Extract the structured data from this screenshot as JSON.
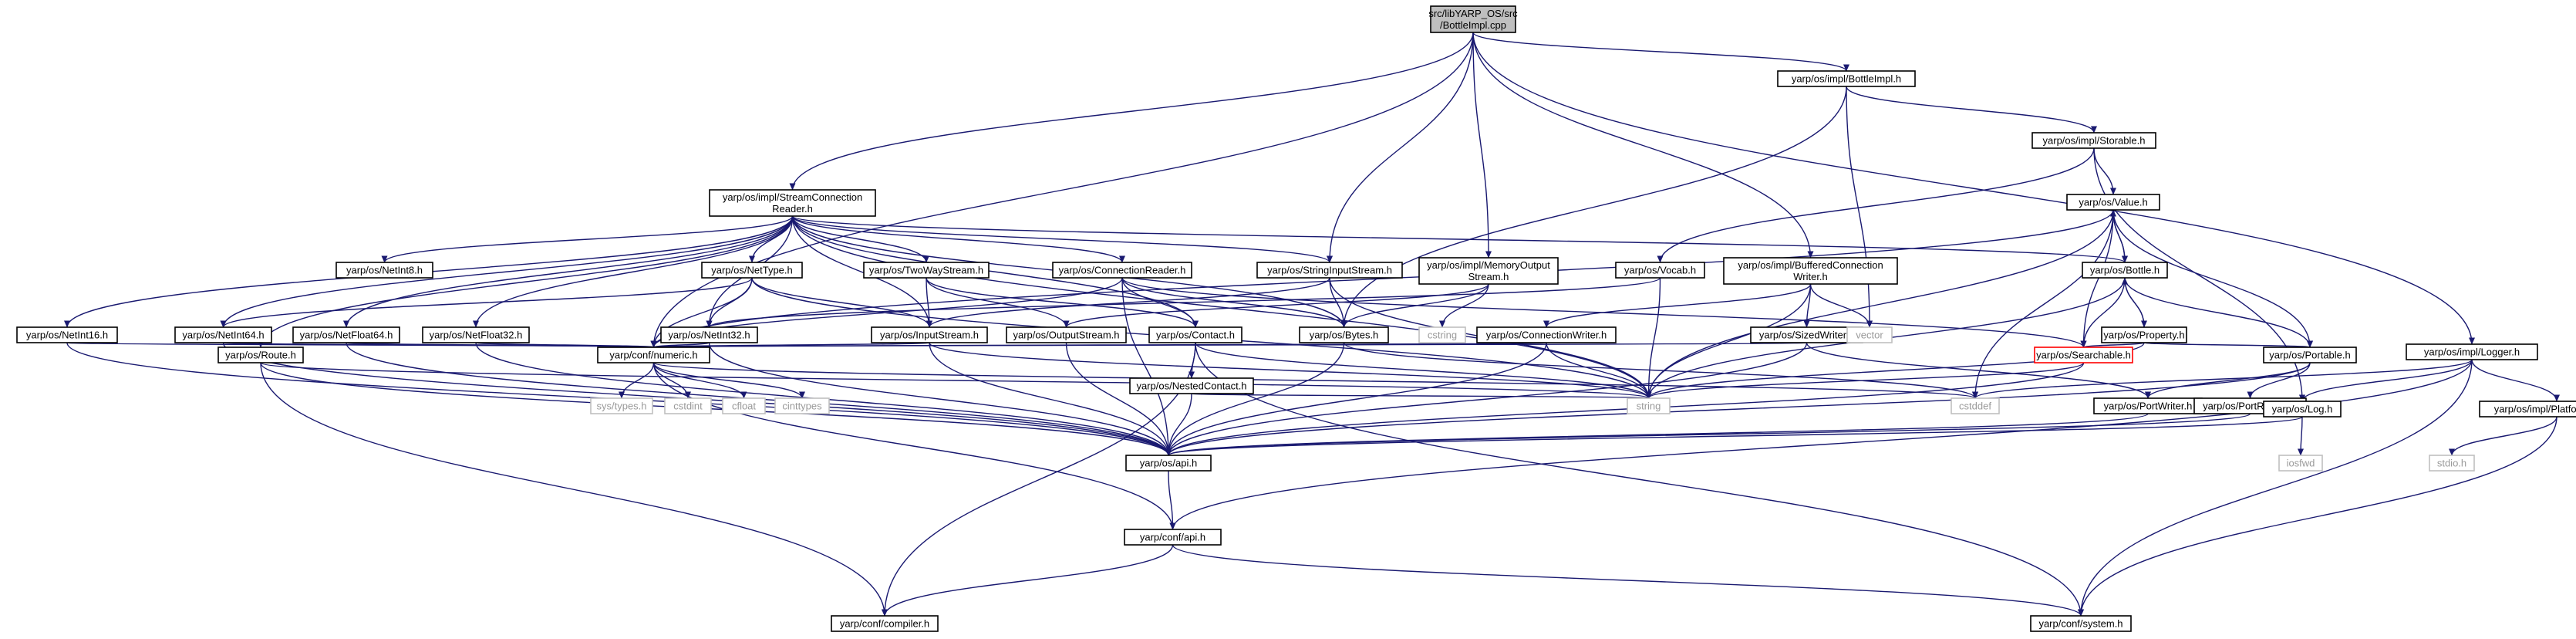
{
  "colors": {
    "edge": "#191970",
    "node_border": "#000000",
    "root_fill": "#bfbfbf",
    "node_fill": "#ffffff",
    "system_border": "#c0c0c0",
    "system_text": "#9a9a9a",
    "incomplete_border": "#ff0000"
  },
  "nodes": [
    {
      "id": "root",
      "lines": [
        "src/libYARP_OS/src",
        "/BottleImpl.cpp"
      ],
      "kind": "root"
    },
    {
      "id": "bottleimpl_h",
      "lines": [
        "yarp/os/impl/BottleImpl.h"
      ],
      "kind": "header"
    },
    {
      "id": "storable_h",
      "lines": [
        "yarp/os/impl/Storable.h"
      ],
      "kind": "header"
    },
    {
      "id": "value_h",
      "lines": [
        "yarp/os/Value.h"
      ],
      "kind": "header"
    },
    {
      "id": "scr_h",
      "lines": [
        "yarp/os/impl/StreamConnection",
        "Reader.h"
      ],
      "kind": "header"
    },
    {
      "id": "netint8_h",
      "lines": [
        "yarp/os/NetInt8.h"
      ],
      "kind": "header"
    },
    {
      "id": "nettype_h",
      "lines": [
        "yarp/os/NetType.h"
      ],
      "kind": "header"
    },
    {
      "id": "twoway_h",
      "lines": [
        "yarp/os/TwoWayStream.h"
      ],
      "kind": "header"
    },
    {
      "id": "connreader_h",
      "lines": [
        "yarp/os/ConnectionReader.h"
      ],
      "kind": "header"
    },
    {
      "id": "stringinput_h",
      "lines": [
        "yarp/os/StringInputStream.h"
      ],
      "kind": "header"
    },
    {
      "id": "memout_h",
      "lines": [
        "yarp/os/impl/MemoryOutput",
        "Stream.h"
      ],
      "kind": "header"
    },
    {
      "id": "vocab_h",
      "lines": [
        "yarp/os/Vocab.h"
      ],
      "kind": "header"
    },
    {
      "id": "bufconn_h",
      "lines": [
        "yarp/os/impl/BufferedConnection",
        "Writer.h"
      ],
      "kind": "header"
    },
    {
      "id": "bottle_h",
      "lines": [
        "yarp/os/Bottle.h"
      ],
      "kind": "header"
    },
    {
      "id": "netint16_h",
      "lines": [
        "yarp/os/NetInt16.h"
      ],
      "kind": "header"
    },
    {
      "id": "netint64_h",
      "lines": [
        "yarp/os/NetInt64.h"
      ],
      "kind": "header"
    },
    {
      "id": "netfloat64_h",
      "lines": [
        "yarp/os/NetFloat64.h"
      ],
      "kind": "header"
    },
    {
      "id": "netfloat32_h",
      "lines": [
        "yarp/os/NetFloat32.h"
      ],
      "kind": "header"
    },
    {
      "id": "netint32_h",
      "lines": [
        "yarp/os/NetInt32.h"
      ],
      "kind": "header"
    },
    {
      "id": "inputstream_h",
      "lines": [
        "yarp/os/InputStream.h"
      ],
      "kind": "header"
    },
    {
      "id": "outputstream_h",
      "lines": [
        "yarp/os/OutputStream.h"
      ],
      "kind": "header"
    },
    {
      "id": "contact_h",
      "lines": [
        "yarp/os/Contact.h"
      ],
      "kind": "header"
    },
    {
      "id": "bytes_h",
      "lines": [
        "yarp/os/Bytes.h"
      ],
      "kind": "header"
    },
    {
      "id": "cstring",
      "lines": [
        "cstring"
      ],
      "kind": "system"
    },
    {
      "id": "connwriter_h",
      "lines": [
        "yarp/os/ConnectionWriter.h"
      ],
      "kind": "header"
    },
    {
      "id": "sizedwriter_h",
      "lines": [
        "yarp/os/SizedWriter.h"
      ],
      "kind": "header"
    },
    {
      "id": "vector",
      "lines": [
        "vector"
      ],
      "kind": "system"
    },
    {
      "id": "property_h",
      "lines": [
        "yarp/os/Property.h"
      ],
      "kind": "header"
    },
    {
      "id": "logger_h",
      "lines": [
        "yarp/os/impl/Logger.h"
      ],
      "kind": "header"
    },
    {
      "id": "route_h",
      "lines": [
        "yarp/os/Route.h"
      ],
      "kind": "header"
    },
    {
      "id": "numeric_h",
      "lines": [
        "yarp/conf/numeric.h"
      ],
      "kind": "header"
    },
    {
      "id": "nestedcontact_h",
      "lines": [
        "yarp/os/NestedContact.h"
      ],
      "kind": "header"
    },
    {
      "id": "searchable_h",
      "lines": [
        "yarp/os/Searchable.h"
      ],
      "kind": "incomplete"
    },
    {
      "id": "portable_h",
      "lines": [
        "yarp/os/Portable.h"
      ],
      "kind": "header"
    },
    {
      "id": "platformstdio_h",
      "lines": [
        "yarp/os/impl/PlatformStdio.h"
      ],
      "kind": "header"
    },
    {
      "id": "systypes_h",
      "lines": [
        "sys/types.h"
      ],
      "kind": "system"
    },
    {
      "id": "cstdint",
      "lines": [
        "cstdint"
      ],
      "kind": "system"
    },
    {
      "id": "cfloat",
      "lines": [
        "cfloat"
      ],
      "kind": "system"
    },
    {
      "id": "cinttypes",
      "lines": [
        "cinttypes"
      ],
      "kind": "system"
    },
    {
      "id": "string",
      "lines": [
        "string"
      ],
      "kind": "system"
    },
    {
      "id": "cstddef",
      "lines": [
        "cstddef"
      ],
      "kind": "system"
    },
    {
      "id": "portwriter_h",
      "lines": [
        "yarp/os/PortWriter.h"
      ],
      "kind": "header"
    },
    {
      "id": "portreader_h",
      "lines": [
        "yarp/os/PortReader.h"
      ],
      "kind": "header"
    },
    {
      "id": "log_h",
      "lines": [
        "yarp/os/Log.h"
      ],
      "kind": "header"
    },
    {
      "id": "stdio_h",
      "lines": [
        "stdio.h"
      ],
      "kind": "system"
    },
    {
      "id": "osapi_h",
      "lines": [
        "yarp/os/api.h"
      ],
      "kind": "header"
    },
    {
      "id": "iosfwd",
      "lines": [
        "iosfwd"
      ],
      "kind": "system"
    },
    {
      "id": "confapi_h",
      "lines": [
        "yarp/conf/api.h"
      ],
      "kind": "header"
    },
    {
      "id": "compiler_h",
      "lines": [
        "yarp/conf/compiler.h"
      ],
      "kind": "header"
    },
    {
      "id": "system_h",
      "lines": [
        "yarp/conf/system.h"
      ],
      "kind": "header"
    }
  ],
  "edges": [
    [
      "root",
      "bottleimpl_h"
    ],
    [
      "root",
      "scr_h"
    ],
    [
      "root",
      "stringinput_h"
    ],
    [
      "root",
      "memout_h"
    ],
    [
      "root",
      "bufconn_h"
    ],
    [
      "root",
      "logger_h"
    ],
    [
      "root",
      "numeric_h"
    ],
    [
      "bottleimpl_h",
      "storable_h"
    ],
    [
      "bottleimpl_h",
      "vector"
    ],
    [
      "bottleimpl_h",
      "bytes_h"
    ],
    [
      "storable_h",
      "value_h"
    ],
    [
      "storable_h",
      "vocab_h"
    ],
    [
      "storable_h",
      "log_h"
    ],
    [
      "value_h",
      "bottle_h"
    ],
    [
      "value_h",
      "searchable_h"
    ],
    [
      "value_h",
      "portable_h"
    ],
    [
      "value_h",
      "string"
    ],
    [
      "value_h",
      "numeric_h"
    ],
    [
      "value_h",
      "cstddef"
    ],
    [
      "scr_h",
      "netint8_h"
    ],
    [
      "scr_h",
      "nettype_h"
    ],
    [
      "scr_h",
      "twoway_h"
    ],
    [
      "scr_h",
      "connreader_h"
    ],
    [
      "scr_h",
      "stringinput_h"
    ],
    [
      "scr_h",
      "bottle_h"
    ],
    [
      "scr_h",
      "netint16_h"
    ],
    [
      "scr_h",
      "netint64_h"
    ],
    [
      "scr_h",
      "netfloat64_h"
    ],
    [
      "scr_h",
      "netfloat32_h"
    ],
    [
      "scr_h",
      "netint32_h"
    ],
    [
      "scr_h",
      "inputstream_h"
    ],
    [
      "scr_h",
      "contact_h"
    ],
    [
      "scr_h",
      "bytes_h"
    ],
    [
      "scr_h",
      "route_h"
    ],
    [
      "scr_h",
      "string"
    ],
    [
      "nettype_h",
      "netint32_h"
    ],
    [
      "nettype_h",
      "netint64_h"
    ],
    [
      "nettype_h",
      "inputstream_h"
    ],
    [
      "nettype_h",
      "numeric_h"
    ],
    [
      "nettype_h",
      "string"
    ],
    [
      "twoway_h",
      "inputstream_h"
    ],
    [
      "twoway_h",
      "outputstream_h"
    ],
    [
      "twoway_h",
      "contact_h"
    ],
    [
      "connreader_h",
      "contact_h"
    ],
    [
      "connreader_h",
      "bytes_h"
    ],
    [
      "connreader_h",
      "searchable_h"
    ],
    [
      "connreader_h",
      "numeric_h"
    ],
    [
      "connreader_h",
      "osapi_h"
    ],
    [
      "stringinput_h",
      "inputstream_h"
    ],
    [
      "stringinput_h",
      "bytes_h"
    ],
    [
      "stringinput_h",
      "string"
    ],
    [
      "memout_h",
      "outputstream_h"
    ],
    [
      "memout_h",
      "bytes_h"
    ],
    [
      "memout_h",
      "cstring"
    ],
    [
      "vocab_h",
      "string"
    ],
    [
      "vocab_h",
      "netint32_h"
    ],
    [
      "bufconn_h",
      "connwriter_h"
    ],
    [
      "bufconn_h",
      "sizedwriter_h"
    ],
    [
      "bufconn_h",
      "vector"
    ],
    [
      "bufconn_h",
      "string"
    ],
    [
      "bottle_h",
      "value_h"
    ],
    [
      "bottle_h",
      "property_h"
    ],
    [
      "bottle_h",
      "searchable_h"
    ],
    [
      "bottle_h",
      "portable_h"
    ],
    [
      "bottle_h",
      "string"
    ],
    [
      "netint16_h",
      "numeric_h"
    ],
    [
      "netint64_h",
      "numeric_h"
    ],
    [
      "netfloat64_h",
      "numeric_h"
    ],
    [
      "netfloat32_h",
      "numeric_h"
    ],
    [
      "netint32_h",
      "numeric_h"
    ],
    [
      "netint64_h",
      "osapi_h"
    ],
    [
      "netfloat64_h",
      "osapi_h"
    ],
    [
      "netfloat32_h",
      "osapi_h"
    ],
    [
      "netint32_h",
      "osapi_h"
    ],
    [
      "netint16_h",
      "osapi_h"
    ],
    [
      "inputstream_h",
      "numeric_h"
    ],
    [
      "inputstream_h",
      "osapi_h"
    ],
    [
      "inputstream_h",
      "string"
    ],
    [
      "outputstream_h",
      "osapi_h"
    ],
    [
      "contact_h",
      "nestedcontact_h"
    ],
    [
      "contact_h",
      "string"
    ],
    [
      "contact_h",
      "compiler_h"
    ],
    [
      "contact_h",
      "system_h"
    ],
    [
      "bytes_h",
      "osapi_h"
    ],
    [
      "bytes_h",
      "cstddef"
    ],
    [
      "connwriter_h",
      "numeric_h"
    ],
    [
      "connwriter_h",
      "osapi_h"
    ],
    [
      "connwriter_h",
      "string"
    ],
    [
      "sizedwriter_h",
      "numeric_h"
    ],
    [
      "sizedwriter_h",
      "portwriter_h"
    ],
    [
      "sizedwriter_h",
      "osapi_h"
    ],
    [
      "property_h",
      "searchable_h"
    ],
    [
      "property_h",
      "string"
    ],
    [
      "property_h",
      "portable_h"
    ],
    [
      "property_h",
      "bottle_h"
    ],
    [
      "logger_h",
      "log_h"
    ],
    [
      "logger_h",
      "platformstdio_h"
    ],
    [
      "logger_h",
      "confapi_h"
    ],
    [
      "logger_h",
      "system_h"
    ],
    [
      "logger_h",
      "cstddef"
    ],
    [
      "route_h",
      "string"
    ],
    [
      "route_h",
      "osapi_h"
    ],
    [
      "route_h",
      "compiler_h"
    ],
    [
      "numeric_h",
      "systypes_h"
    ],
    [
      "numeric_h",
      "cstdint"
    ],
    [
      "numeric_h",
      "cfloat"
    ],
    [
      "numeric_h",
      "cinttypes"
    ],
    [
      "numeric_h",
      "cstddef"
    ],
    [
      "numeric_h",
      "confapi_h"
    ],
    [
      "nestedcontact_h",
      "string"
    ],
    [
      "nestedcontact_h",
      "osapi_h"
    ],
    [
      "searchable_h",
      "string"
    ],
    [
      "searchable_h",
      "osapi_h"
    ],
    [
      "portable_h",
      "portreader_h"
    ],
    [
      "portable_h",
      "portwriter_h"
    ],
    [
      "portable_h",
      "osapi_h"
    ],
    [
      "portwriter_h",
      "osapi_h"
    ],
    [
      "portreader_h",
      "osapi_h"
    ],
    [
      "log_h",
      "osapi_h"
    ],
    [
      "log_h",
      "iosfwd"
    ],
    [
      "platformstdio_h",
      "stdio_h"
    ],
    [
      "platformstdio_h",
      "system_h"
    ],
    [
      "osapi_h",
      "confapi_h"
    ],
    [
      "confapi_h",
      "compiler_h"
    ],
    [
      "confapi_h",
      "system_h"
    ]
  ]
}
